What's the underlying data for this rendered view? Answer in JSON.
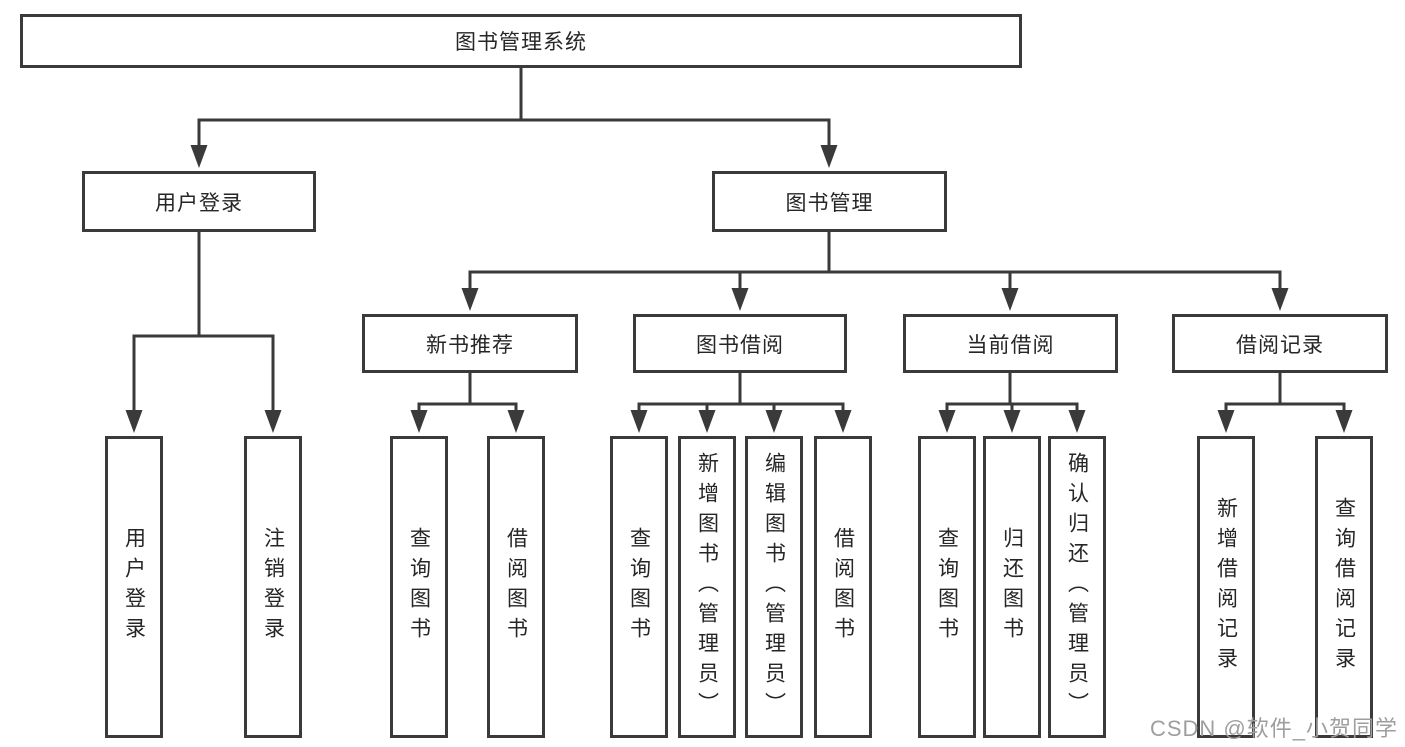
{
  "diagram": {
    "root": {
      "label": "图书管理系统"
    },
    "user_login": {
      "label": "用户登录",
      "children": [
        {
          "label": "用户登录"
        },
        {
          "label": "注销登录"
        }
      ]
    },
    "book_management": {
      "label": "图书管理"
    },
    "modules": [
      {
        "label": "新书推荐",
        "children": [
          {
            "label": "查询图书"
          },
          {
            "label": "借阅图书"
          }
        ]
      },
      {
        "label": "图书借阅",
        "children": [
          {
            "label": "查询图书"
          },
          {
            "label": "新增图书（管理员）"
          },
          {
            "label": "编辑图书（管理员）"
          },
          {
            "label": "借阅图书"
          }
        ]
      },
      {
        "label": "当前借阅",
        "children": [
          {
            "label": "查询图书"
          },
          {
            "label": "归还图书"
          },
          {
            "label": "确认归还（管理员）"
          }
        ]
      },
      {
        "label": "借阅记录",
        "children": [
          {
            "label": "新增借阅记录"
          },
          {
            "label": "查询借阅记录"
          }
        ]
      }
    ]
  },
  "watermark": {
    "text": "CSDN @软件_小贺同学"
  },
  "colors": {
    "line": "#3a3a3a",
    "text": "#262626",
    "watermark": "#9e9e9e",
    "background": "#ffffff"
  }
}
